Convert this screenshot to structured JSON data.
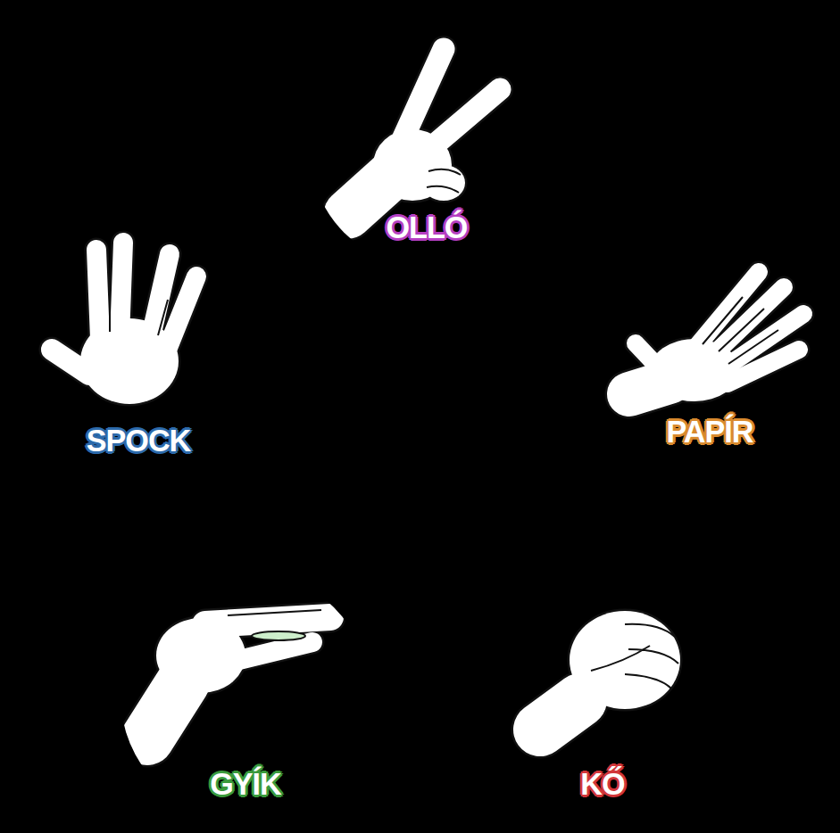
{
  "diagram": {
    "nodes": [
      {
        "text": [
          "OLLÓ"
        ]
      },
      {
        "text": [
          "SPOCK"
        ]
      },
      {
        "text": [
          "PAPÍR"
        ]
      },
      {
        "text": [
          "GYÍK"
        ]
      },
      {
        "text": [
          "KŐ"
        ]
      }
    ],
    "edges": [
      {
        "from": 0,
        "to": 2,
        "arrow": "to"
      },
      {
        "from": 0,
        "to": 3,
        "arrow": "to"
      },
      {
        "from": 2,
        "to": 1,
        "arrow": "to"
      },
      {
        "from": 2,
        "to": 4,
        "arrow": "to"
      },
      {
        "from": 4,
        "to": 3,
        "arrow": "to"
      },
      {
        "from": 4,
        "to": 0,
        "arrow": "to"
      },
      {
        "from": 3,
        "to": 1,
        "arrow": "to"
      },
      {
        "from": 3,
        "to": 2,
        "arrow": "to"
      },
      {
        "from": 1,
        "to": 0,
        "arrow": "to"
      },
      {
        "from": 1,
        "to": 4,
        "arrow": "to"
      }
    ]
  }
}
